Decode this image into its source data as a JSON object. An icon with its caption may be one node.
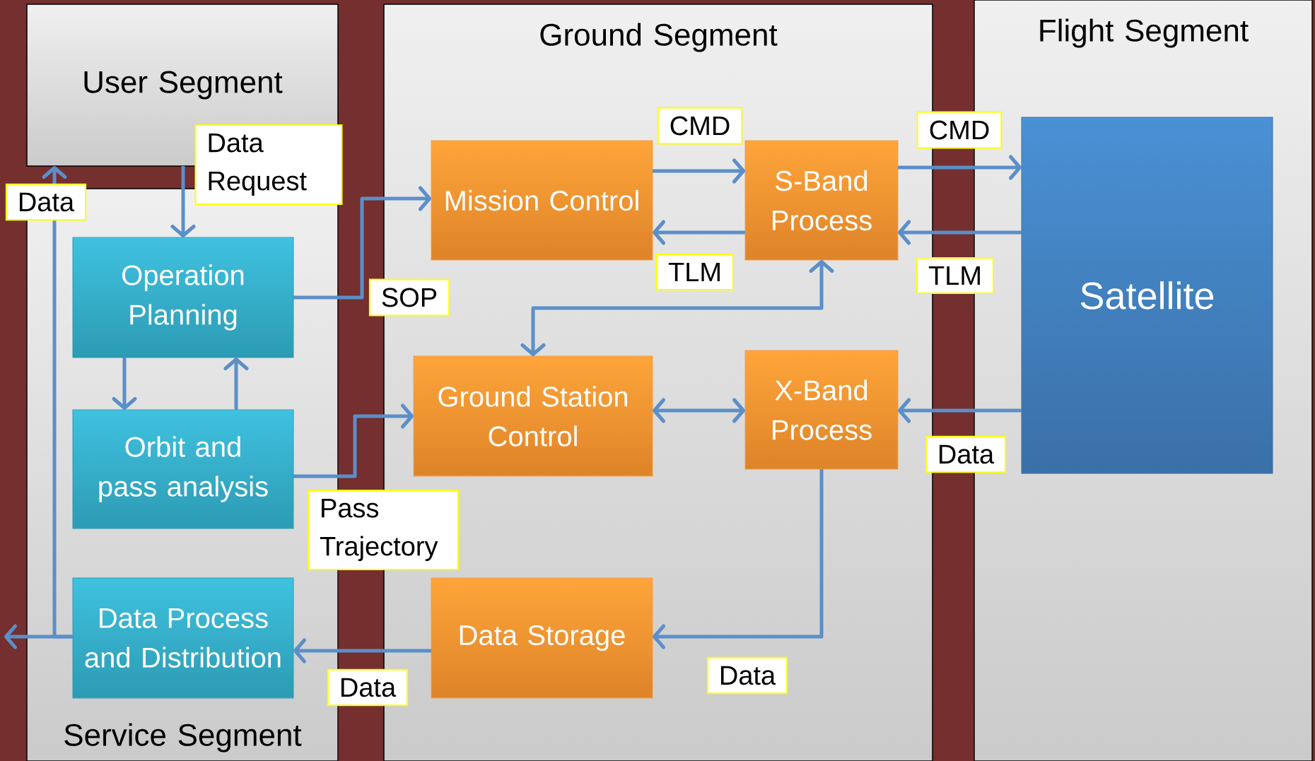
{
  "diagram": {
    "nodes": [
      {
        "text": [
          "User Segment"
        ]
      },
      {
        "text": [
          "Service Segment"
        ]
      },
      {
        "text": [
          "Ground Segment"
        ]
      },
      {
        "text": [
          "Flight Segment"
        ]
      },
      {
        "text": [
          "Operation Planning"
        ],
        "in": 1
      },
      {
        "text": [
          "Orbit and pass analysis"
        ],
        "in": 1
      },
      {
        "text": [
          "Data Process and Distribution"
        ],
        "in": 1
      },
      {
        "text": [
          "Mission Control"
        ],
        "in": 2
      },
      {
        "text": [
          "S-Band Process"
        ],
        "in": 2
      },
      {
        "text": [
          "Ground Station Control"
        ],
        "in": 2
      },
      {
        "text": [
          "X-Band Process"
        ],
        "in": 2
      },
      {
        "text": [
          "Data Storage"
        ],
        "in": 2
      },
      {
        "text": [
          "Satellite"
        ],
        "in": 3
      }
    ],
    "edges": [
      {
        "from": 0,
        "to": 4,
        "arrow": "to",
        "label": "Data Request"
      },
      {
        "from": 6,
        "to": 0,
        "arrow": "to",
        "label": "Data"
      },
      {
        "from": 6,
        "to": null,
        "arrow": "to"
      },
      {
        "from": 4,
        "to": 7,
        "arrow": "to",
        "label": "SOP"
      },
      {
        "from": 4,
        "to": 5,
        "arrow": "to"
      },
      {
        "from": 5,
        "to": 4,
        "arrow": "to"
      },
      {
        "from": 5,
        "to": 9,
        "arrow": "to",
        "label": "Pass Trajectory"
      },
      {
        "from": 7,
        "to": 8,
        "arrow": "to",
        "label": "CMD"
      },
      {
        "from": 8,
        "to": 7,
        "arrow": "to",
        "label": "TLM"
      },
      {
        "from": 8,
        "to": 12,
        "arrow": "to",
        "label": "CMD"
      },
      {
        "from": 12,
        "to": 8,
        "arrow": "to",
        "label": "TLM"
      },
      {
        "from": 9,
        "to": 8,
        "arrow": "both"
      },
      {
        "from": 9,
        "to": 10,
        "arrow": "both"
      },
      {
        "from": 12,
        "to": 10,
        "arrow": "to",
        "label": "Data"
      },
      {
        "from": 10,
        "to": 11,
        "arrow": "to",
        "label": "Data"
      },
      {
        "from": 11,
        "to": 6,
        "arrow": "to",
        "label": "Data"
      }
    ]
  }
}
